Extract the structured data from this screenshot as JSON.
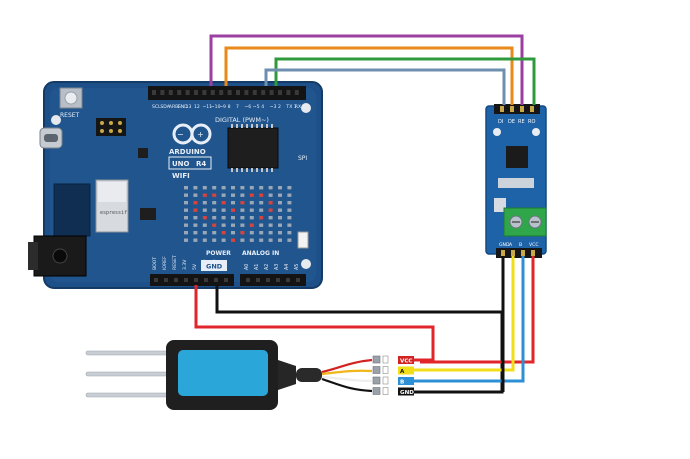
{
  "board": {
    "brand": "ARDUINO",
    "model": "UNO",
    "model_rev": "R4",
    "variant": "WIFI",
    "reset_label": "RESET",
    "digital_label": "DIGITAL (PWM~)",
    "power_label": "POWER",
    "analog_label": "ANALOG IN",
    "gnd_tag": "GND",
    "spi_label": "SPI",
    "module_brand": "espressif",
    "digital_pins": [
      "SCL",
      "SDA",
      "AREF",
      "GND",
      "13",
      "12",
      "~11",
      "~10",
      "~9",
      "8",
      "7",
      "~6",
      "~5",
      "4",
      "~3",
      "2",
      "TX 1",
      "RX 0"
    ],
    "power_pins": [
      "BOOT",
      "IOREF",
      "RESET",
      "3.3V",
      "5V",
      "GND",
      "GND",
      "VIN"
    ],
    "analog_pins": [
      "A0",
      "A1",
      "A2",
      "A3",
      "A4",
      "A5"
    ]
  },
  "rs485_module": {
    "top_pins": [
      "DI",
      "DE",
      "RE",
      "RO"
    ],
    "bottom_pins": [
      "GND",
      "A",
      "B",
      "VCC"
    ]
  },
  "sensor": {
    "wire_labels": [
      "VCC",
      "A",
      "B",
      "GND"
    ]
  },
  "colors": {
    "purple": "#9b3fa3",
    "orange": "#e88a1a",
    "green": "#2e9a3c",
    "steel": "#6f8fb0",
    "red": "#e0262b",
    "yellow": "#f2dd19",
    "blue": "#2d8fd6",
    "black": "#111111",
    "board_blue": "#1b4f87",
    "sensor_cyan": "#2aa6d8"
  }
}
